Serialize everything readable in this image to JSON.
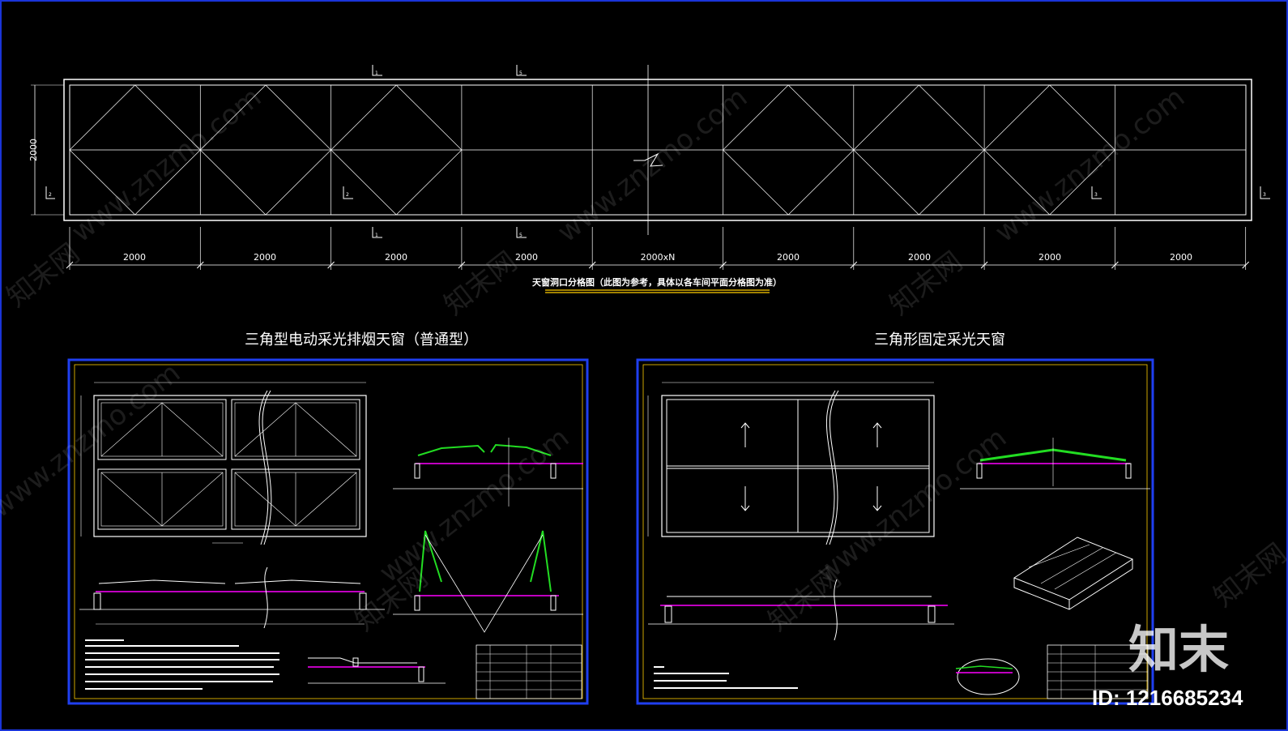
{
  "plan": {
    "height_dim": "2000",
    "section_marks": [
      "1",
      "5",
      "1",
      "5",
      "2",
      "2",
      "3",
      "3"
    ],
    "segment_labels": [
      "2000",
      "2000",
      "2000",
      "2000",
      "2000xN",
      "2000",
      "2000",
      "2000",
      "2000"
    ],
    "caption": "天窗洞口分格图（此图为参考，具体以各车间平面分格图为准）"
  },
  "panel_left": {
    "title": "三角型电动采光排烟天窗（普通型）"
  },
  "panel_right": {
    "title": "三角形固定采光天窗"
  },
  "watermark": {
    "site": "www.znzmo.com",
    "brand": "知末网",
    "logo": "知末",
    "id": "ID: 1216685234"
  },
  "colors": {
    "background": "#000000",
    "lines": "#ffffff",
    "frame_blue": "#1f3ff0",
    "accent_magenta": "#ff00ff",
    "accent_green": "#22dd22",
    "caption_yellow": "#ffcc00"
  }
}
